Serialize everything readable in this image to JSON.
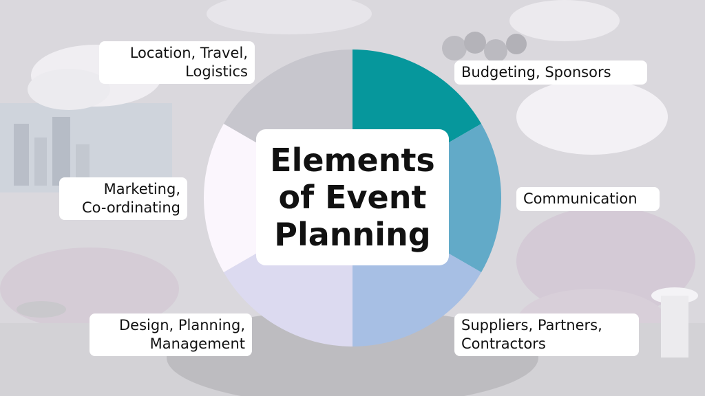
{
  "diagram": {
    "title": "Elements\nof Event\nPlanning",
    "segments": [
      {
        "label": "Budgeting, Sponsors",
        "color": "#06979c"
      },
      {
        "label": "Communication",
        "color": "#62aac8"
      },
      {
        "label": "Suppliers, Partners,\nContractors",
        "color": "#a7bfe4"
      },
      {
        "label": "Design, Planning,\nManagement",
        "color": "#dcdaf0"
      },
      {
        "label": "Marketing,\nCo-ordinating",
        "color": "#fbf6fd"
      },
      {
        "label": "Location, Travel,\nLogistics",
        "color": "#c7c6cd"
      }
    ]
  }
}
